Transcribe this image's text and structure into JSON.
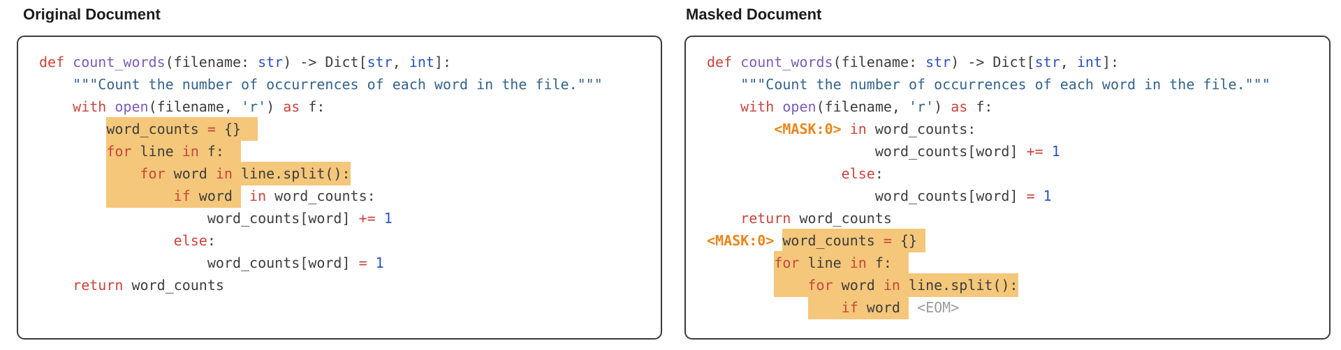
{
  "colors": {
    "keyword": "#c9453e",
    "function": "#7d5bba",
    "string": "#33638c",
    "type": "#2a52bd",
    "number": "#2a52bd",
    "plain": "#3d3d3d",
    "mask": "#e8861d",
    "eom": "#9b9b9b",
    "highlight_bg": "#f4c77a",
    "panel_border": "#3a3a3a"
  },
  "panels": [
    {
      "title": "Original Document",
      "lines": [
        {
          "segments": [
            {
              "text": "def ",
              "type": "keyword"
            },
            {
              "text": "count_words",
              "type": "function"
            },
            {
              "text": "(filename: ",
              "type": "plain"
            },
            {
              "text": "str",
              "type": "type"
            },
            {
              "text": ") -> Dict[",
              "type": "plain"
            },
            {
              "text": "str",
              "type": "type"
            },
            {
              "text": ", ",
              "type": "plain"
            },
            {
              "text": "int",
              "type": "type"
            },
            {
              "text": "]:",
              "type": "plain"
            }
          ]
        },
        {
          "segments": [
            {
              "text": "    ",
              "type": "plain"
            },
            {
              "text": "\"\"\"Count the number of occurrences of each word in the file.\"\"\"",
              "type": "string"
            }
          ]
        },
        {
          "segments": [
            {
              "text": "    ",
              "type": "plain"
            },
            {
              "text": "with",
              "type": "keyword"
            },
            {
              "text": " ",
              "type": "plain"
            },
            {
              "text": "open",
              "type": "function"
            },
            {
              "text": "(filename, ",
              "type": "plain"
            },
            {
              "text": "'r'",
              "type": "string"
            },
            {
              "text": ") ",
              "type": "plain"
            },
            {
              "text": "as",
              "type": "keyword"
            },
            {
              "text": " f:",
              "type": "plain"
            }
          ]
        },
        {
          "segments": [
            {
              "text": "        ",
              "type": "plain"
            },
            {
              "text": "word_counts ",
              "type": "plain",
              "hl": true
            },
            {
              "text": "=",
              "type": "keyword",
              "hl": true
            },
            {
              "text": " {}  ",
              "type": "plain",
              "hl": true
            }
          ]
        },
        {
          "segments": [
            {
              "text": "        ",
              "type": "plain"
            },
            {
              "text": "for",
              "type": "keyword",
              "hl": true
            },
            {
              "text": " line ",
              "type": "plain",
              "hl": true
            },
            {
              "text": "in",
              "type": "keyword",
              "hl": true
            },
            {
              "text": " f:  ",
              "type": "plain",
              "hl": true
            }
          ]
        },
        {
          "segments": [
            {
              "text": "        ",
              "type": "plain"
            },
            {
              "text": "    ",
              "type": "plain",
              "hl": true
            },
            {
              "text": "for",
              "type": "keyword",
              "hl": true
            },
            {
              "text": " word ",
              "type": "plain",
              "hl": true
            },
            {
              "text": "in",
              "type": "keyword",
              "hl": true
            },
            {
              "text": " line.split():",
              "type": "plain",
              "hl": true
            }
          ]
        },
        {
          "segments": [
            {
              "text": "        ",
              "type": "plain"
            },
            {
              "text": "        ",
              "type": "plain",
              "hl": true
            },
            {
              "text": "if",
              "type": "keyword",
              "hl": true
            },
            {
              "text": " word ",
              "type": "plain",
              "hl": true
            },
            {
              "text": " ",
              "type": "plain"
            },
            {
              "text": "in",
              "type": "keyword"
            },
            {
              "text": " word_counts:",
              "type": "plain"
            }
          ]
        },
        {
          "segments": [
            {
              "text": "                    word_counts[word] ",
              "type": "plain"
            },
            {
              "text": "+=",
              "type": "keyword"
            },
            {
              "text": " ",
              "type": "plain"
            },
            {
              "text": "1",
              "type": "number"
            }
          ]
        },
        {
          "segments": [
            {
              "text": "                ",
              "type": "plain"
            },
            {
              "text": "else",
              "type": "keyword"
            },
            {
              "text": ":",
              "type": "plain"
            }
          ]
        },
        {
          "segments": [
            {
              "text": "                    word_counts[word] ",
              "type": "plain"
            },
            {
              "text": "=",
              "type": "keyword"
            },
            {
              "text": " ",
              "type": "plain"
            },
            {
              "text": "1",
              "type": "number"
            }
          ]
        },
        {
          "segments": [
            {
              "text": "    ",
              "type": "plain"
            },
            {
              "text": "return",
              "type": "keyword"
            },
            {
              "text": " word_counts",
              "type": "plain"
            }
          ]
        }
      ]
    },
    {
      "title": "Masked Document",
      "lines": [
        {
          "segments": [
            {
              "text": "def ",
              "type": "keyword"
            },
            {
              "text": "count_words",
              "type": "function"
            },
            {
              "text": "(filename: ",
              "type": "plain"
            },
            {
              "text": "str",
              "type": "type"
            },
            {
              "text": ") -> Dict[",
              "type": "plain"
            },
            {
              "text": "str",
              "type": "type"
            },
            {
              "text": ", ",
              "type": "plain"
            },
            {
              "text": "int",
              "type": "type"
            },
            {
              "text": "]:",
              "type": "plain"
            }
          ]
        },
        {
          "segments": [
            {
              "text": "    ",
              "type": "plain"
            },
            {
              "text": "\"\"\"Count the number of occurrences of each word in the file.\"\"\"",
              "type": "string"
            }
          ]
        },
        {
          "segments": [
            {
              "text": "    ",
              "type": "plain"
            },
            {
              "text": "with",
              "type": "keyword"
            },
            {
              "text": " ",
              "type": "plain"
            },
            {
              "text": "open",
              "type": "function"
            },
            {
              "text": "(filename, ",
              "type": "plain"
            },
            {
              "text": "'r'",
              "type": "string"
            },
            {
              "text": ") ",
              "type": "plain"
            },
            {
              "text": "as",
              "type": "keyword"
            },
            {
              "text": " f:",
              "type": "plain"
            }
          ]
        },
        {
          "segments": [
            {
              "text": "        ",
              "type": "plain"
            },
            {
              "text": "<MASK:0>",
              "type": "mask"
            },
            {
              "text": " ",
              "type": "plain"
            },
            {
              "text": "in",
              "type": "keyword"
            },
            {
              "text": " word_counts:",
              "type": "plain"
            }
          ]
        },
        {
          "segments": [
            {
              "text": "                    word_counts[word] ",
              "type": "plain"
            },
            {
              "text": "+=",
              "type": "keyword"
            },
            {
              "text": " ",
              "type": "plain"
            },
            {
              "text": "1",
              "type": "number"
            }
          ]
        },
        {
          "segments": [
            {
              "text": "                ",
              "type": "plain"
            },
            {
              "text": "else",
              "type": "keyword"
            },
            {
              "text": ":",
              "type": "plain"
            }
          ]
        },
        {
          "segments": [
            {
              "text": "                    word_counts[word] ",
              "type": "plain"
            },
            {
              "text": "=",
              "type": "keyword"
            },
            {
              "text": " ",
              "type": "plain"
            },
            {
              "text": "1",
              "type": "number"
            }
          ]
        },
        {
          "segments": [
            {
              "text": "    ",
              "type": "plain"
            },
            {
              "text": "return",
              "type": "keyword"
            },
            {
              "text": " word_counts",
              "type": "plain"
            }
          ]
        },
        {
          "segments": [
            {
              "text": "<MASK:0>",
              "type": "mask"
            },
            {
              "text": " ",
              "type": "plain"
            },
            {
              "text": "word_counts ",
              "type": "plain",
              "hl": true
            },
            {
              "text": "=",
              "type": "keyword",
              "hl": true
            },
            {
              "text": " {} ",
              "type": "plain",
              "hl": true
            }
          ]
        },
        {
          "segments": [
            {
              "text": "        ",
              "type": "plain"
            },
            {
              "text": "for",
              "type": "keyword",
              "hl": true
            },
            {
              "text": " line ",
              "type": "plain",
              "hl": true
            },
            {
              "text": "in",
              "type": "keyword",
              "hl": true
            },
            {
              "text": " f:  ",
              "type": "plain",
              "hl": true
            }
          ]
        },
        {
          "segments": [
            {
              "text": "        ",
              "type": "plain"
            },
            {
              "text": "    ",
              "type": "plain",
              "hl": true
            },
            {
              "text": "for",
              "type": "keyword",
              "hl": true
            },
            {
              "text": " word ",
              "type": "plain",
              "hl": true
            },
            {
              "text": "in",
              "type": "keyword",
              "hl": true
            },
            {
              "text": " line.split():",
              "type": "plain",
              "hl": true
            }
          ]
        },
        {
          "segments": [
            {
              "text": "            ",
              "type": "plain"
            },
            {
              "text": "    ",
              "type": "plain",
              "hl": true
            },
            {
              "text": "if",
              "type": "keyword",
              "hl": true
            },
            {
              "text": " word ",
              "type": "plain",
              "hl": true
            },
            {
              "text": " ",
              "type": "plain"
            },
            {
              "text": "<EOM>",
              "type": "eom"
            }
          ]
        }
      ]
    }
  ]
}
